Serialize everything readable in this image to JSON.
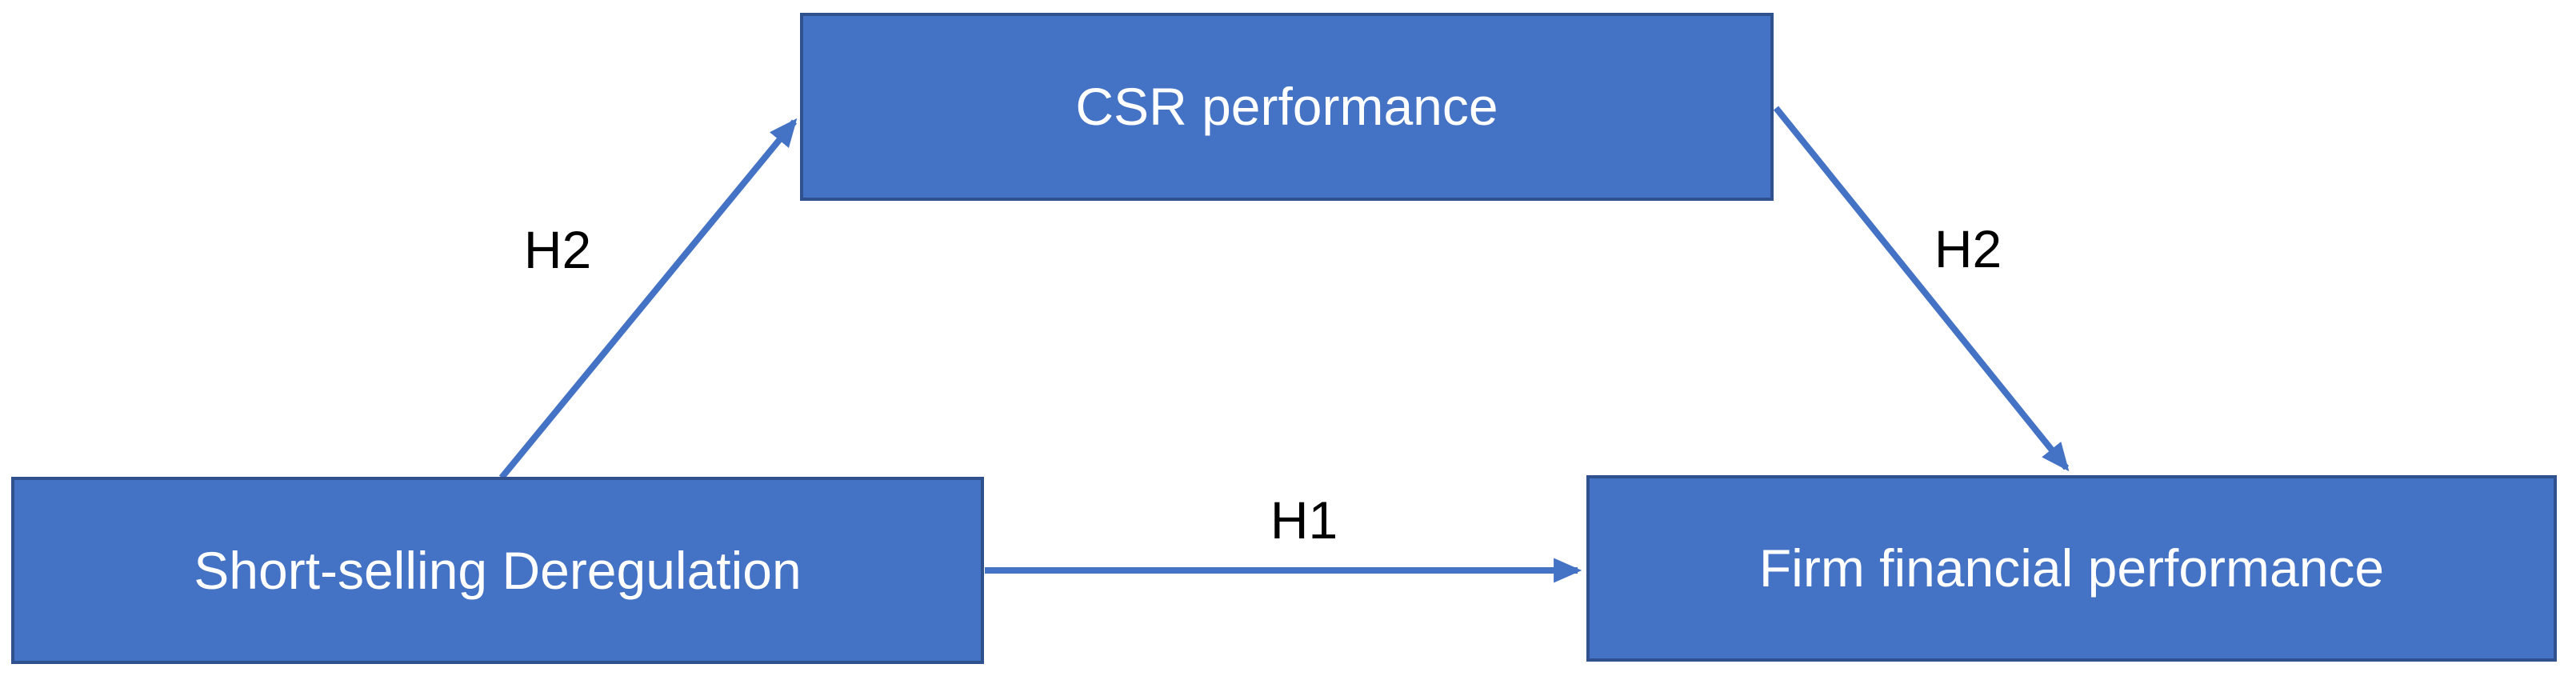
{
  "diagram": {
    "type": "mediation-model",
    "nodes": [
      {
        "id": "independent",
        "label": "Short-selling Deregulation",
        "role": "independent-variable"
      },
      {
        "id": "mediator",
        "label": "CSR performance",
        "role": "mediator-variable"
      },
      {
        "id": "dependent",
        "label": "Firm financial performance",
        "role": "dependent-variable"
      }
    ],
    "edges": [
      {
        "id": "iv-to-mediator",
        "label": "H2",
        "from": "independent",
        "to": "mediator"
      },
      {
        "id": "mediator-to-dv",
        "label": "H2",
        "from": "mediator",
        "to": "dependent"
      },
      {
        "id": "iv-to-dv",
        "label": "H1",
        "from": "independent",
        "to": "dependent"
      }
    ],
    "colors": {
      "node_fill": "#4472C4",
      "node_border": "#2F528F",
      "node_label_text": "#FFFFFF",
      "arrow": "#4472C4",
      "edge_label_text": "#000000",
      "background": "#FFFFFF"
    }
  }
}
